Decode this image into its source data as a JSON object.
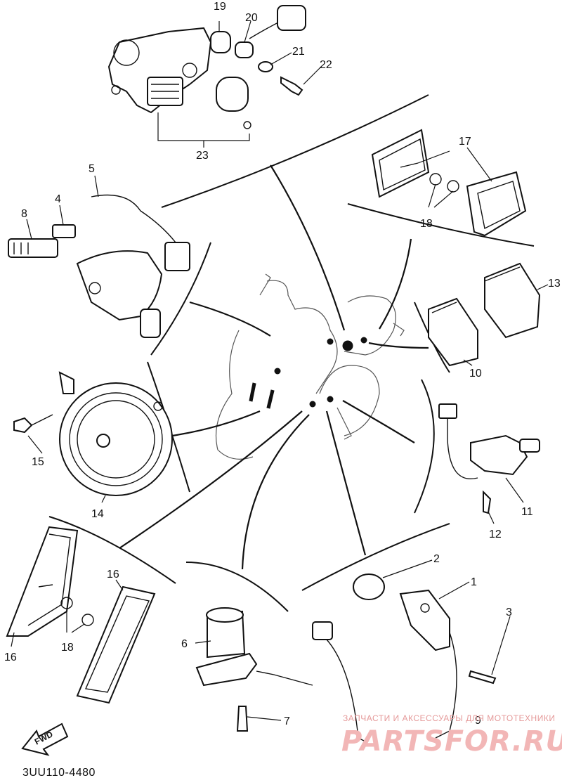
{
  "callouts": {
    "c1": "1",
    "c2": "2",
    "c3": "3",
    "c4": "4",
    "c5": "5",
    "c6": "6",
    "c7": "7",
    "c8": "8",
    "c9": "9",
    "c10": "10",
    "c11": "11",
    "c12": "12",
    "c13": "13",
    "c14": "14",
    "c15": "15",
    "c16a": "16",
    "c16b": "16",
    "c17": "17",
    "c18a": "18",
    "c18b": "18",
    "c19": "19",
    "c20": "20",
    "c21": "21",
    "c22": "22",
    "c23": "23"
  },
  "diagram_code": "3UU110-4480",
  "forward_badge": "FWD",
  "watermark": {
    "caption": "ЗАПЧАСТИ И АКСЕССУАРЫ ДЛЯ МОТОТЕХНИКИ",
    "brand": "PARTSFOR.RU"
  },
  "colors": {
    "ink": "#111111",
    "paper": "#ffffff",
    "watermark": "#f2b6b6"
  }
}
